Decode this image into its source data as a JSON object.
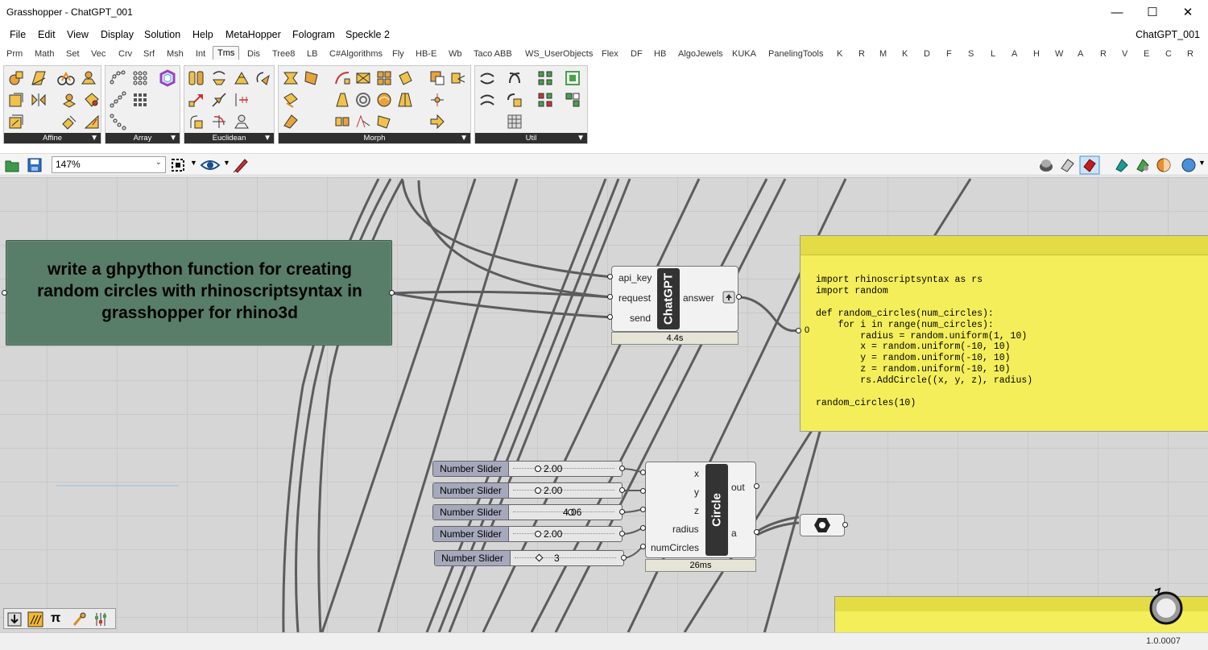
{
  "window": {
    "title": "Grasshopper - ChatGPT_001",
    "controls": [
      "minimize-icon",
      "maximize-icon",
      "close-icon"
    ]
  },
  "menu": {
    "items": [
      "File",
      "Edit",
      "View",
      "Display",
      "Solution",
      "Help",
      "MetaHopper",
      "Fologram",
      "Speckle 2"
    ],
    "document_name": "ChatGPT_001"
  },
  "tabs": [
    "Prm",
    "Math",
    "Set",
    "Vec",
    "Crv",
    "Srf",
    "Msh",
    "Int",
    "Tms",
    "Dis",
    "Tree8",
    "LB",
    "C#Algorithms",
    "Fly",
    "HB-E",
    "Wb",
    "Taco ABB",
    "WS_UserObjects",
    "Flex",
    "DF",
    "HB",
    "AlgoJewels",
    "KUKA",
    "PanelingTools",
    "K",
    "R",
    "M",
    "K",
    "D",
    "F",
    "S",
    "L",
    "A",
    "H",
    "W",
    "A",
    "R",
    "V",
    "E",
    "C",
    "R"
  ],
  "active_tab": "Tms",
  "ribbon": {
    "panels": [
      "Affine",
      "Array",
      "Euclidean",
      "Morph",
      "Util"
    ]
  },
  "canvas_toolbar": {
    "zoom": "147%"
  },
  "canvas": {
    "prompt_panel_text": "write a ghpython function for creating random circles with rhinoscriptsyntax in grasshopper for rhino3d",
    "chatgpt_component": {
      "name": "ChatGPT",
      "inputs": [
        "api_key",
        "request",
        "send"
      ],
      "outputs": [
        "answer"
      ],
      "time": "4.4s"
    },
    "code_panel": {
      "index": "0",
      "code": "import rhinoscriptsyntax as rs\nimport random\n\ndef random_circles(num_circles):\n    for i in range(num_circles):\n        radius = random.uniform(1, 10)\n        x = random.uniform(-10, 10)\n        y = random.uniform(-10, 10)\n        z = random.uniform(-10, 10)\n        rs.AddCircle((x, y, z), radius)\n\nrandom_circles(10)"
    },
    "sliders": [
      {
        "name": "Number Slider",
        "value": "2.00",
        "position": 0.0
      },
      {
        "name": "Number Slider",
        "value": "2.00",
        "position": 0.0
      },
      {
        "name": "Number Slider",
        "value": "4.06",
        "position": 0.406
      },
      {
        "name": "Number Slider",
        "value": "2.00",
        "position": 0.0
      },
      {
        "name": "Number Slider",
        "value": "3",
        "position": 0.0
      }
    ],
    "circle_component": {
      "name": "Circle",
      "inputs": [
        "x",
        "y",
        "z",
        "radius",
        "numCircles"
      ],
      "outputs": [
        "out",
        "a"
      ],
      "time": "26ms"
    }
  },
  "status": {
    "version": "1.0.0007"
  }
}
